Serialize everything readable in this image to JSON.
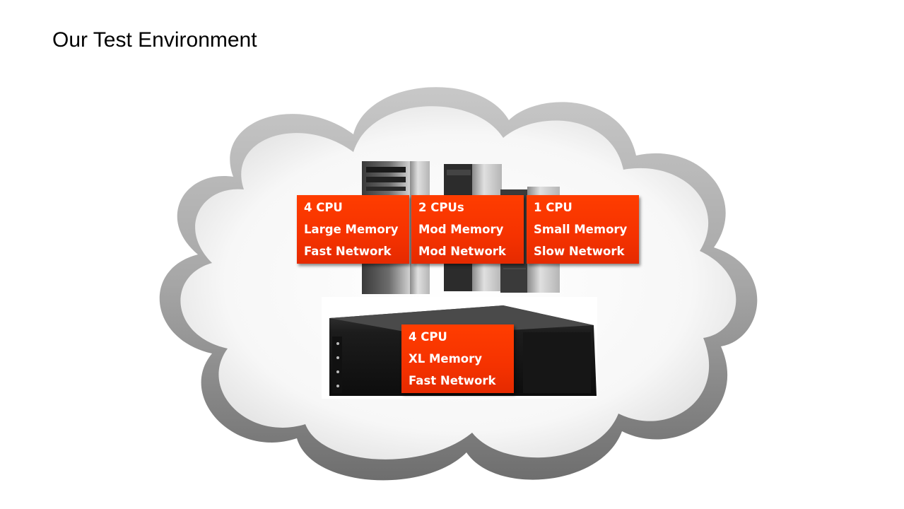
{
  "slide": {
    "title": "Our Test Environment"
  },
  "servers": [
    {
      "cpu": "4 CPU",
      "memory": "Large Memory",
      "network": "Fast Network"
    },
    {
      "cpu": "2 CPUs",
      "memory": "Mod Memory",
      "network": "Mod Network"
    },
    {
      "cpu": "1 CPU",
      "memory": "Small Memory",
      "network": "Slow Network"
    },
    {
      "cpu": "4 CPU",
      "memory": "XL Memory",
      "network": "Fast Network"
    }
  ],
  "colors": {
    "label_background": "#f53200",
    "label_text": "#ffffff",
    "cloud_border": "#9a9a9a"
  }
}
